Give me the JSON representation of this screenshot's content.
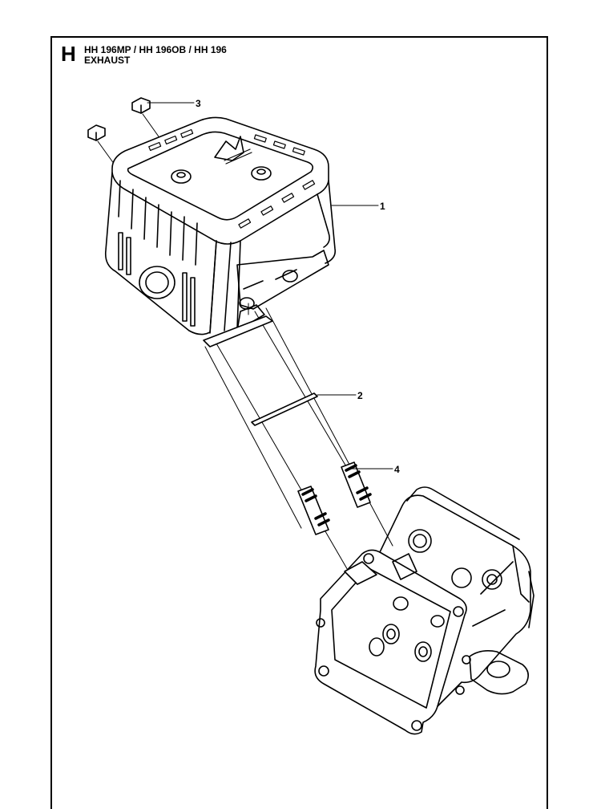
{
  "header": {
    "section_letter": "H",
    "models": "HH 196MP / HH 196OB / HH 196",
    "section_title": "EXHAUST"
  },
  "callouts": [
    {
      "number": "1",
      "part": "muffler"
    },
    {
      "number": "2",
      "part": "gasket"
    },
    {
      "number": "3",
      "part": "nut"
    },
    {
      "number": "4",
      "part": "stud"
    }
  ]
}
